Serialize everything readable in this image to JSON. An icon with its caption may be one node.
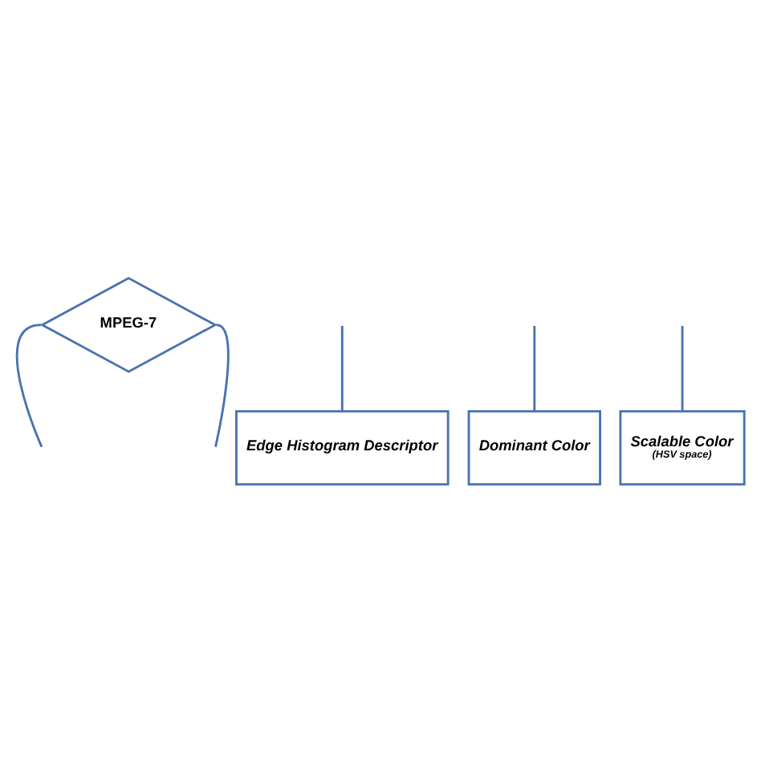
{
  "diagram": {
    "nodes": [
      {
        "text": [
          "MPEG-7"
        ]
      },
      {
        "text": [
          "Edge Histogram Descriptor"
        ]
      },
      {
        "text": [
          "Dominant Color"
        ]
      },
      {
        "text": [
          "Scalable Color",
          "(HSV space)"
        ]
      }
    ],
    "edges": [
      {
        "from": 0,
        "to": null,
        "arrow": "none"
      },
      {
        "from": 0,
        "to": null,
        "arrow": "none"
      },
      {
        "from": null,
        "to": 1,
        "arrow": "none"
      },
      {
        "from": null,
        "to": 2,
        "arrow": "none"
      },
      {
        "from": null,
        "to": 3,
        "arrow": "none"
      }
    ]
  }
}
